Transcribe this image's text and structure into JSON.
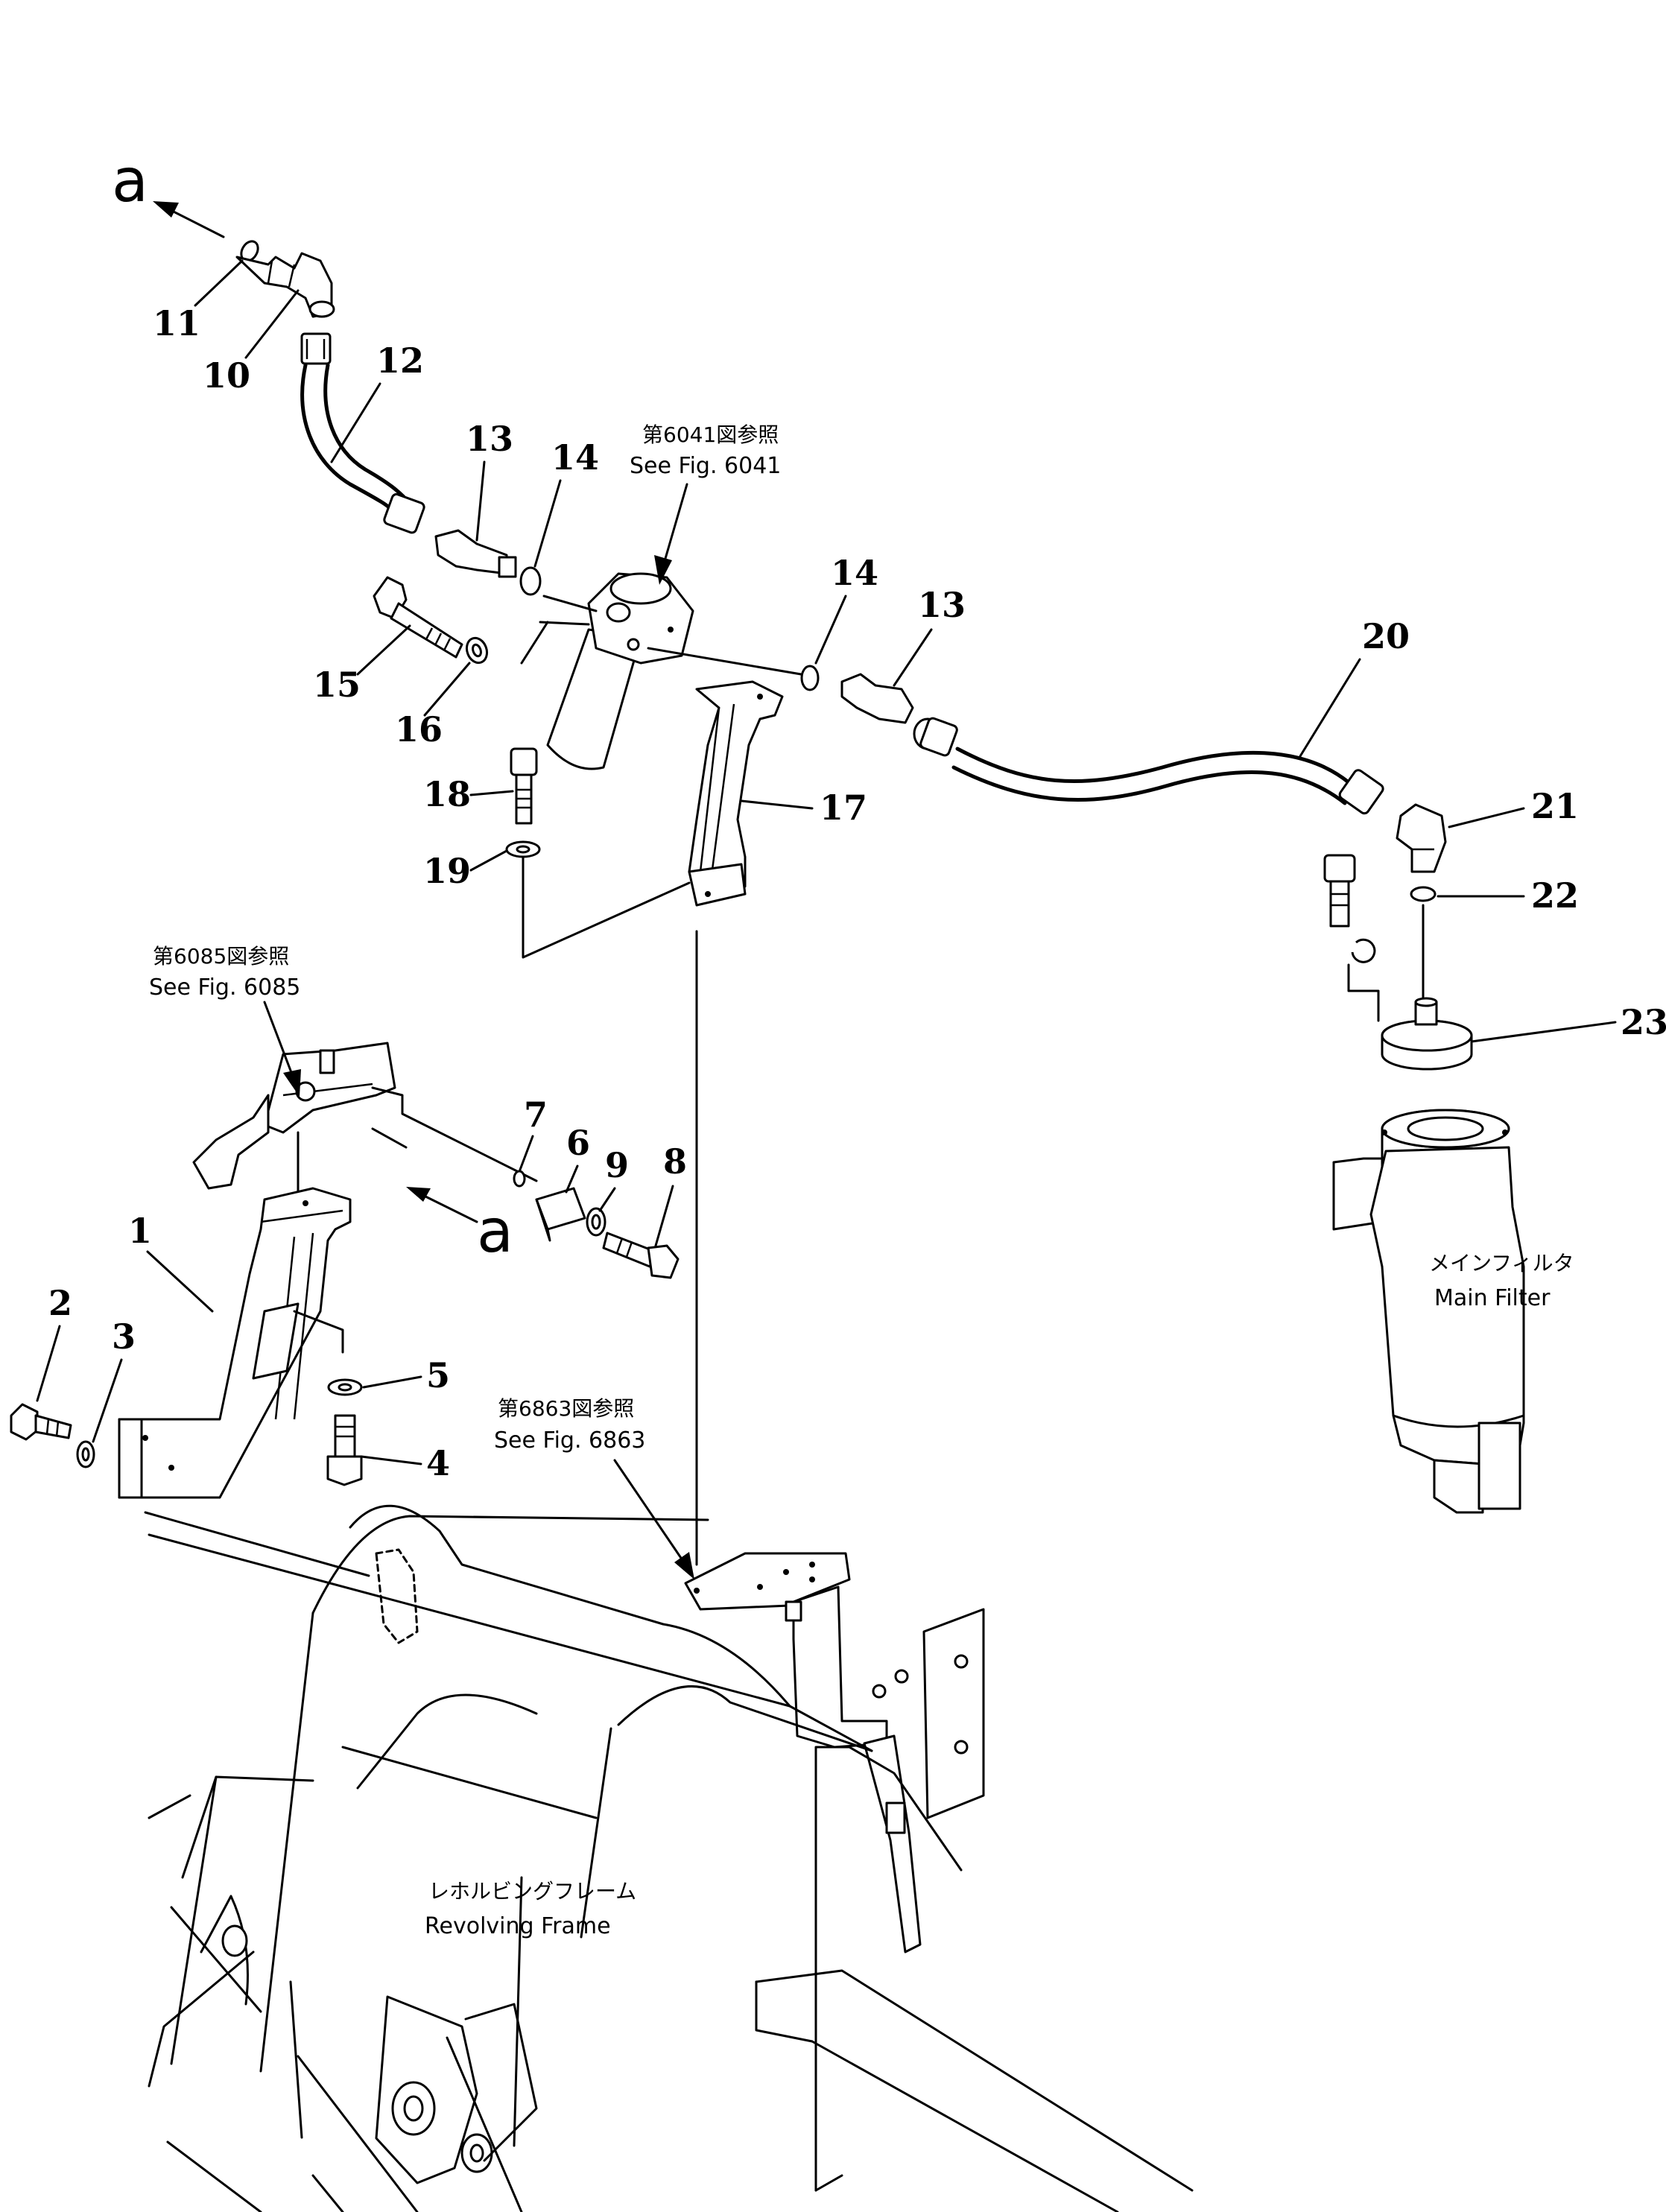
{
  "diagram": {
    "callouts": {
      "c1": "1",
      "c2": "2",
      "c3": "3",
      "c4": "4",
      "c5": "5",
      "c6": "6",
      "c7": "7",
      "c8": "8",
      "c9": "9",
      "c10": "10",
      "c11": "11",
      "c12": "12",
      "c13a": "13",
      "c13b": "13",
      "c14a": "14",
      "c14b": "14",
      "c15": "15",
      "c16": "16",
      "c17": "17",
      "c18": "18",
      "c19": "19",
      "c20": "20",
      "c21": "21",
      "c22": "22",
      "c23": "23"
    },
    "arrow_labels": {
      "a_top": "a",
      "a_mid": "a"
    },
    "references": {
      "fig6041_jp": "第6041図参照",
      "fig6041_en": "See  Fig.  6041",
      "fig6085_jp": "第6085図参照",
      "fig6085_en": "See  Fig.  6085",
      "fig6863_jp": "第6863図参照",
      "fig6863_en": "See  Fig.  6863"
    },
    "components": {
      "main_filter_jp": "メインフィルタ",
      "main_filter_en": "Main  Filter",
      "revolving_frame_jp": "レホルビングフレーム",
      "revolving_frame_en": "Revolving  Frame"
    }
  }
}
